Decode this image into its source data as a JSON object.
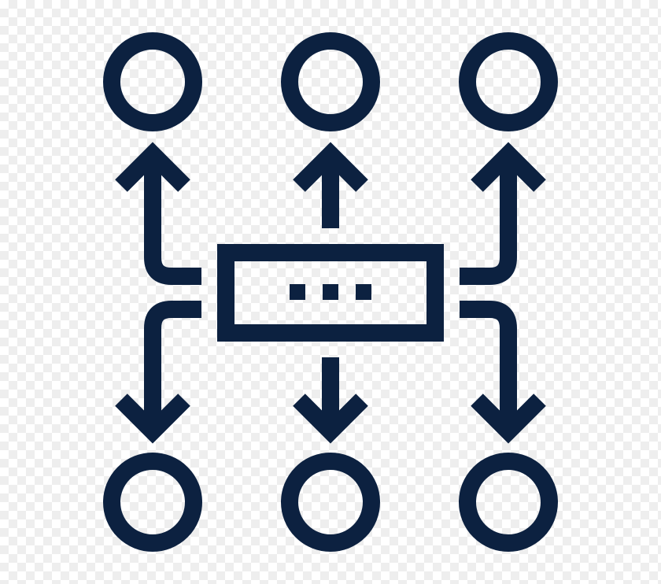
{
  "icon": {
    "name": "distribution-hub-icon",
    "description_free": true,
    "color": "#0c2140",
    "background": "checkerboard-transparent",
    "nodes": {
      "top_row_count": 3,
      "bottom_row_count": 3
    },
    "hub": {
      "dots_count": 3
    }
  }
}
